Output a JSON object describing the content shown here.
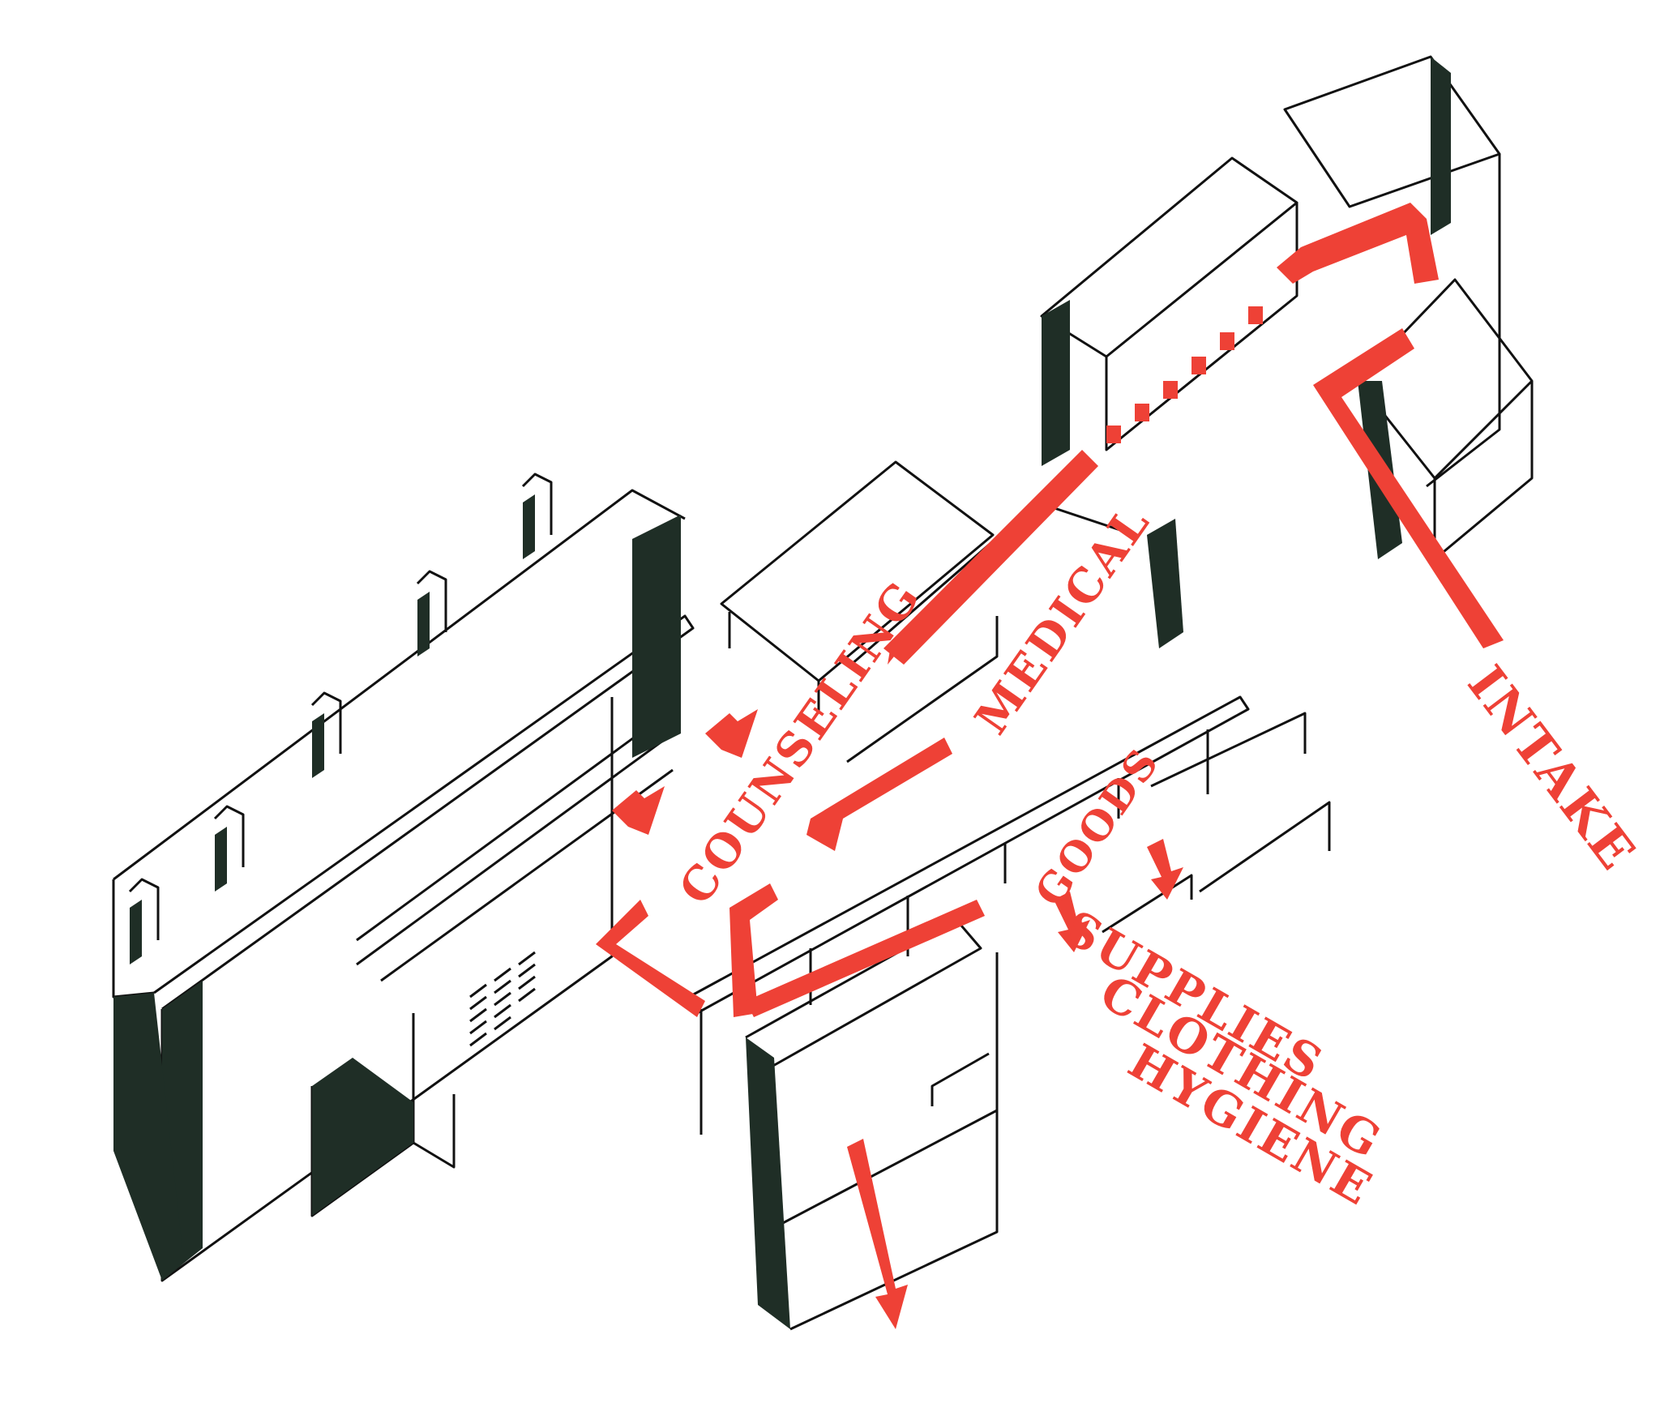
{
  "diagram": {
    "labels": {
      "intake": "INTAKE",
      "medical": "MEDICAL",
      "counseling": "COUNSELING",
      "goods": "GOODS",
      "supplies": "SUPPLIES",
      "clothing": "CLOTHING",
      "hygiene": "HYGIENE"
    },
    "colors": {
      "path": "#ee4136",
      "solid": "#1f2e26",
      "line": "#111111",
      "background": "#ffffff"
    }
  }
}
